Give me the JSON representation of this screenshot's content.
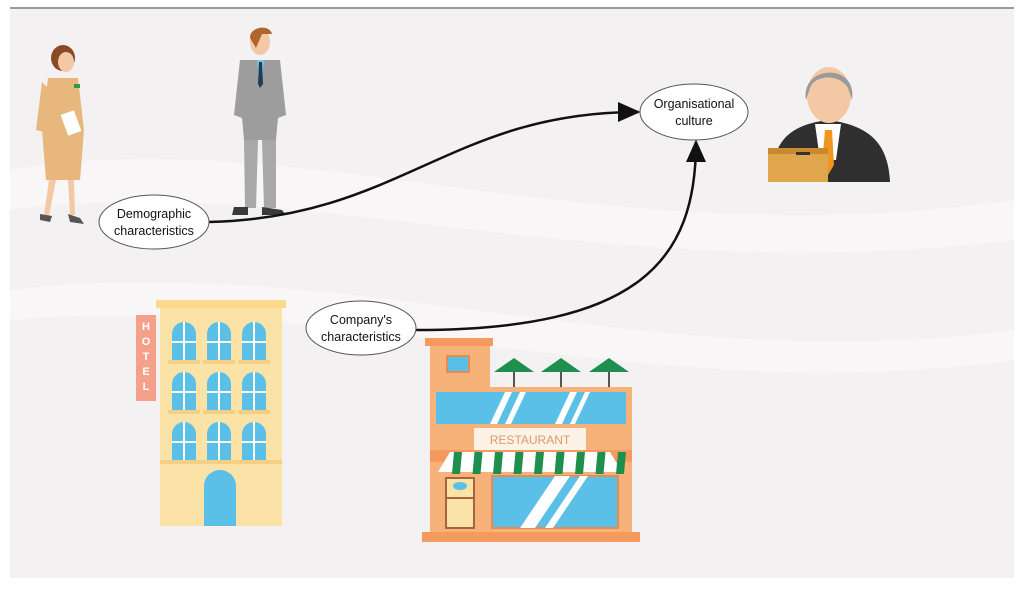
{
  "nodes": {
    "demographic": [
      "Demographic",
      "characteristics"
    ],
    "company": [
      "Company's",
      "characteristics"
    ],
    "culture": [
      "Organisational",
      "culture"
    ]
  },
  "signs": {
    "restaurant": "RESTAURANT",
    "hotel": [
      "H",
      "O",
      "T",
      "E",
      "L"
    ]
  },
  "colors": {
    "background": "#f4f1f2",
    "arrow": "#111111",
    "awning_green": "#1f8f4e",
    "glass_blue": "#5bc0e8",
    "restaurant_orange": "#f7b27a",
    "hotel_cream": "#fbe3a8"
  }
}
